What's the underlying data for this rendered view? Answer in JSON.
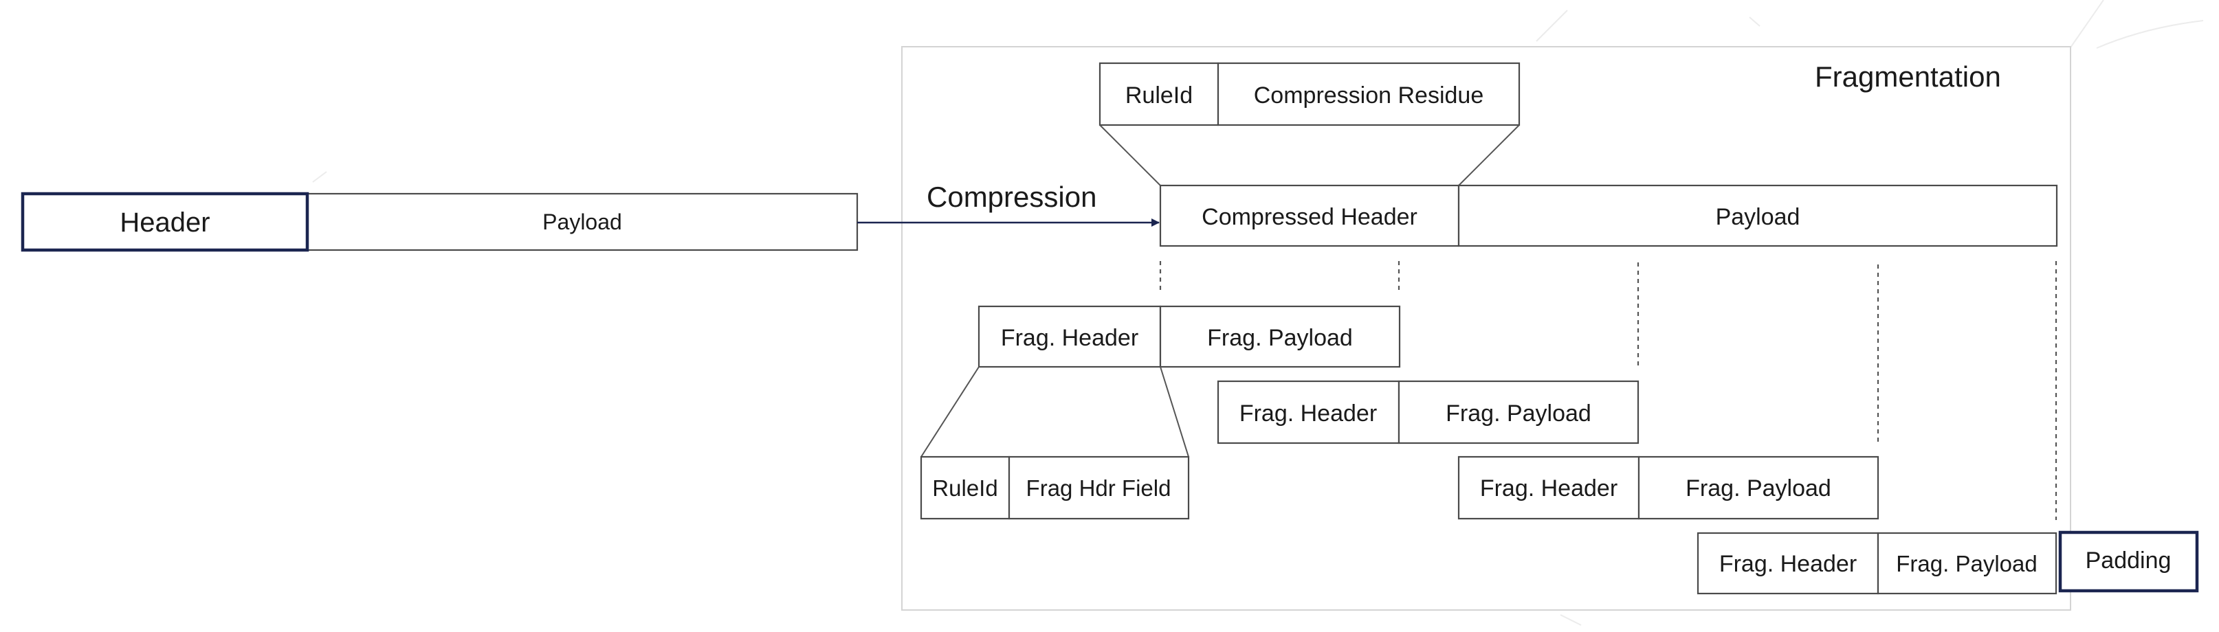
{
  "labels": {
    "fragmentation": "Fragmentation",
    "compression": "Compression"
  },
  "original_packet": {
    "header": "Header",
    "payload": "Payload"
  },
  "compression_residue": {
    "rule_id": "RuleId",
    "residue": "Compression Residue"
  },
  "compressed_packet": {
    "header": "Compressed Header",
    "payload": "Payload"
  },
  "fragments": [
    {
      "header": "Frag. Header",
      "payload": "Frag. Payload"
    },
    {
      "header": "Frag. Header",
      "payload": "Frag. Payload"
    },
    {
      "header": "Frag. Header",
      "payload": "Frag. Payload"
    },
    {
      "header": "Frag. Header",
      "payload": "Frag. Payload"
    }
  ],
  "fragment_header_detail": {
    "rule_id": "RuleId",
    "field": "Frag Hdr Field"
  },
  "padding": "Padding",
  "colors": {
    "outline": "#4a4a4a",
    "highlight": "#1b2550",
    "frame": "#d4d4d4"
  }
}
